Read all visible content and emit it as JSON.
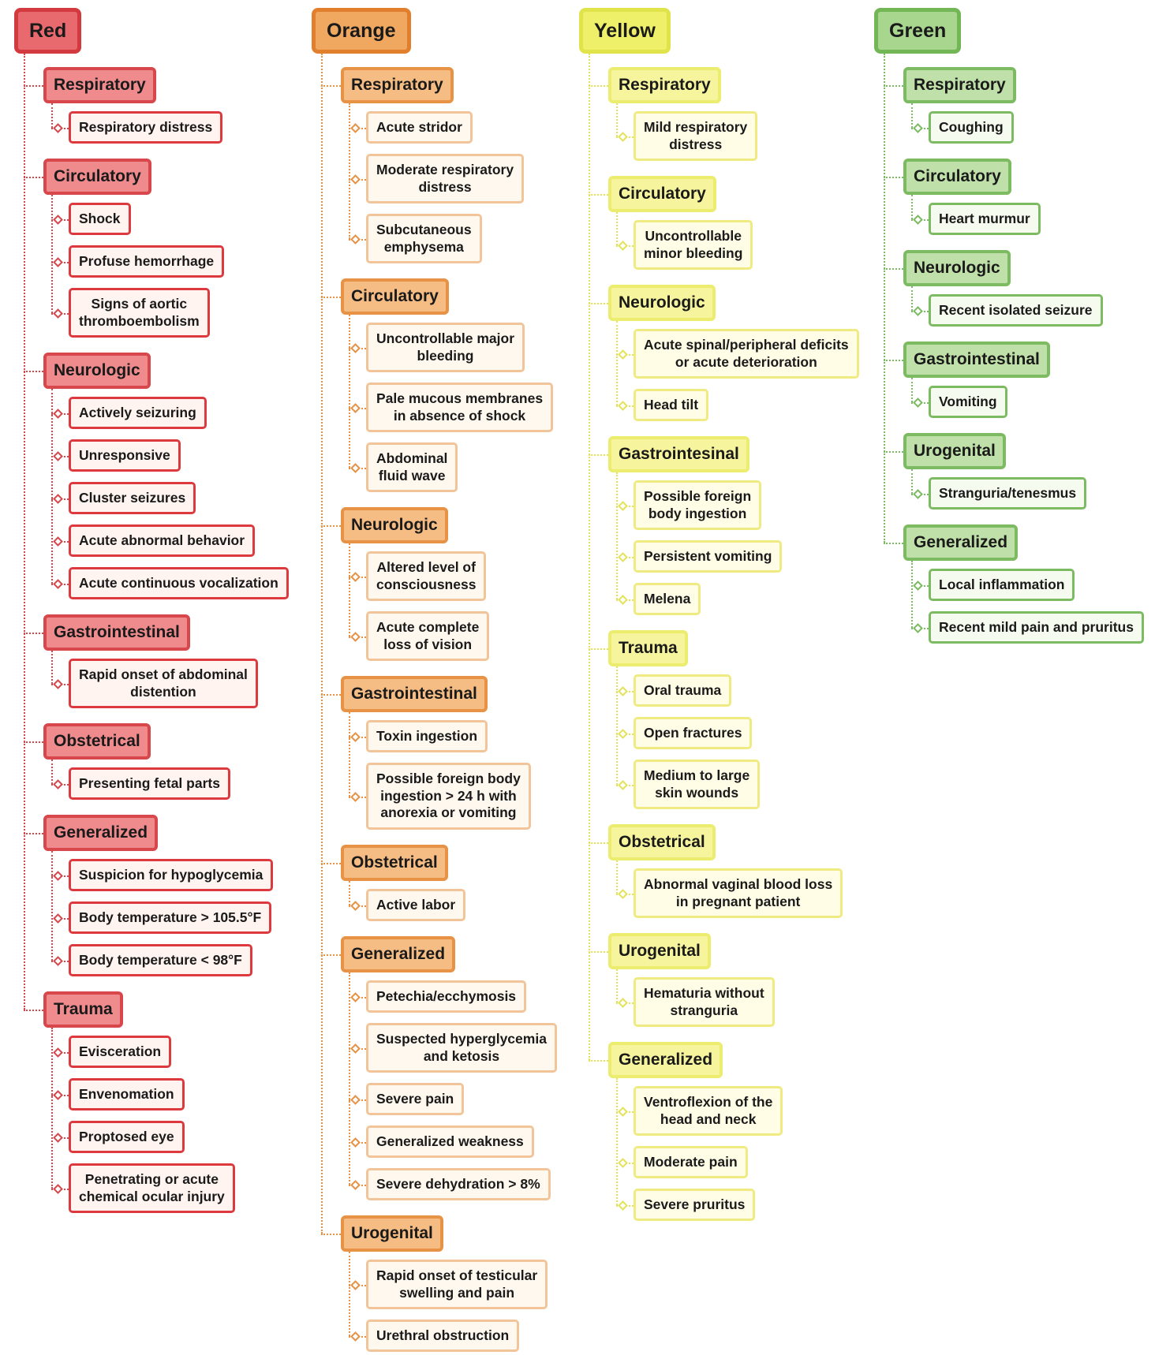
{
  "columns": [
    {
      "label": "Red",
      "colors": {
        "root": "#e8696e",
        "root_border": "#d33a3f",
        "cat": "#ef8a8d",
        "cat_border": "#d7474c",
        "leaf": "#fff4f0",
        "leaf_border": "#dc3a3e",
        "line": "#d7474c"
      },
      "categories": [
        {
          "label": "Respiratory",
          "items": [
            "Respiratory distress"
          ]
        },
        {
          "label": "Circulatory",
          "items": [
            "Shock",
            "Profuse hemorrhage",
            "Signs of aortic\nthromboembolism"
          ]
        },
        {
          "label": "Neurologic",
          "items": [
            "Actively seizuring",
            "Unresponsive",
            "Cluster seizures",
            "Acute abnormal behavior",
            "Acute continuous vocalization"
          ]
        },
        {
          "label": "Gastrointestinal",
          "items": [
            "Rapid onset of abdominal\ndistention"
          ]
        },
        {
          "label": "Obstetrical",
          "items": [
            "Presenting fetal parts"
          ]
        },
        {
          "label": "Generalized",
          "items": [
            "Suspicion for hypoglycemia",
            "Body temperature > 105.5°F",
            "Body temperature < 98°F"
          ]
        },
        {
          "label": "Trauma",
          "items": [
            "Evisceration",
            "Envenomation",
            "Proptosed eye",
            "Penetrating or acute\nchemical ocular injury"
          ]
        }
      ]
    },
    {
      "label": "Orange",
      "colors": {
        "root": "#f0a760",
        "root_border": "#e27f2c",
        "cat": "#f5bc83",
        "cat_border": "#e79245",
        "leaf": "#fff8ee",
        "leaf_border": "#f2c49a",
        "line": "#e79245"
      },
      "categories": [
        {
          "label": "Respiratory",
          "items": [
            "Acute stridor",
            "Moderate respiratory\ndistress",
            "Subcutaneous\nemphysema"
          ]
        },
        {
          "label": "Circulatory",
          "items": [
            "Uncontrollable major\nbleeding",
            "Pale mucous membranes\nin absence of shock",
            "Abdominal\nfluid wave"
          ]
        },
        {
          "label": "Neurologic",
          "items": [
            "Altered level of\nconsciousness",
            "Acute complete\nloss of vision"
          ]
        },
        {
          "label": "Gastrointestinal",
          "items": [
            "Toxin ingestion",
            "Possible foreign body\ningestion > 24 h with\nanorexia or vomiting"
          ]
        },
        {
          "label": "Obstetrical",
          "items": [
            "Active labor"
          ]
        },
        {
          "label": "Generalized",
          "items": [
            "Petechia/ecchymosis",
            "Suspected hyperglycemia\nand ketosis",
            "Severe pain",
            "Generalized weakness",
            "Severe dehydration > 8%"
          ]
        },
        {
          "label": "Urogenital",
          "items": [
            "Rapid onset of testicular\nswelling and pain",
            "Urethral obstruction"
          ]
        }
      ]
    },
    {
      "label": "Yellow",
      "colors": {
        "root": "#eef06a",
        "root_border": "#e1e34a",
        "cat": "#f6f59e",
        "cat_border": "#ecec6f",
        "leaf": "#fffde6",
        "leaf_border": "#efeb82",
        "line": "#e3e35a"
      },
      "categories": [
        {
          "label": "Respiratory",
          "items": [
            "Mild respiratory\ndistress"
          ]
        },
        {
          "label": "Circulatory",
          "items": [
            "Uncontrollable\nminor bleeding"
          ]
        },
        {
          "label": "Neurologic",
          "items": [
            "Acute spinal/peripheral deficits\nor acute deterioration",
            "Head tilt"
          ]
        },
        {
          "label": "Gastrointesinal",
          "items": [
            "Possible foreign\nbody ingestion",
            "Persistent vomiting",
            "Melena"
          ]
        },
        {
          "label": "Trauma",
          "items": [
            "Oral trauma",
            "Open fractures",
            "Medium to large\nskin wounds"
          ]
        },
        {
          "label": "Obstetrical",
          "items": [
            "Abnormal vaginal blood loss\nin pregnant patient"
          ]
        },
        {
          "label": "Urogenital",
          "items": [
            "Hematuria without\nstranguria"
          ]
        },
        {
          "label": "Generalized",
          "items": [
            "Ventroflexion of the\nhead and neck",
            "Moderate pain",
            "Severe pruritus"
          ]
        }
      ]
    },
    {
      "label": "Green",
      "colors": {
        "root": "#a8d68e",
        "root_border": "#72b656",
        "cat": "#bfe0a8",
        "cat_border": "#7dbb62",
        "leaf": "#f6fbef",
        "leaf_border": "#7dbb62",
        "line": "#7dbb62"
      },
      "categories": [
        {
          "label": "Respiratory",
          "items": [
            "Coughing"
          ]
        },
        {
          "label": "Circulatory",
          "items": [
            "Heart murmur"
          ]
        },
        {
          "label": "Neurologic",
          "items": [
            "Recent isolated seizure"
          ]
        },
        {
          "label": "Gastrointestinal",
          "items": [
            "Vomiting"
          ]
        },
        {
          "label": "Urogenital",
          "items": [
            "Stranguria/tenesmus"
          ]
        },
        {
          "label": "Generalized",
          "items": [
            "Local inflammation",
            "Recent mild pain and pruritus"
          ]
        }
      ]
    }
  ]
}
